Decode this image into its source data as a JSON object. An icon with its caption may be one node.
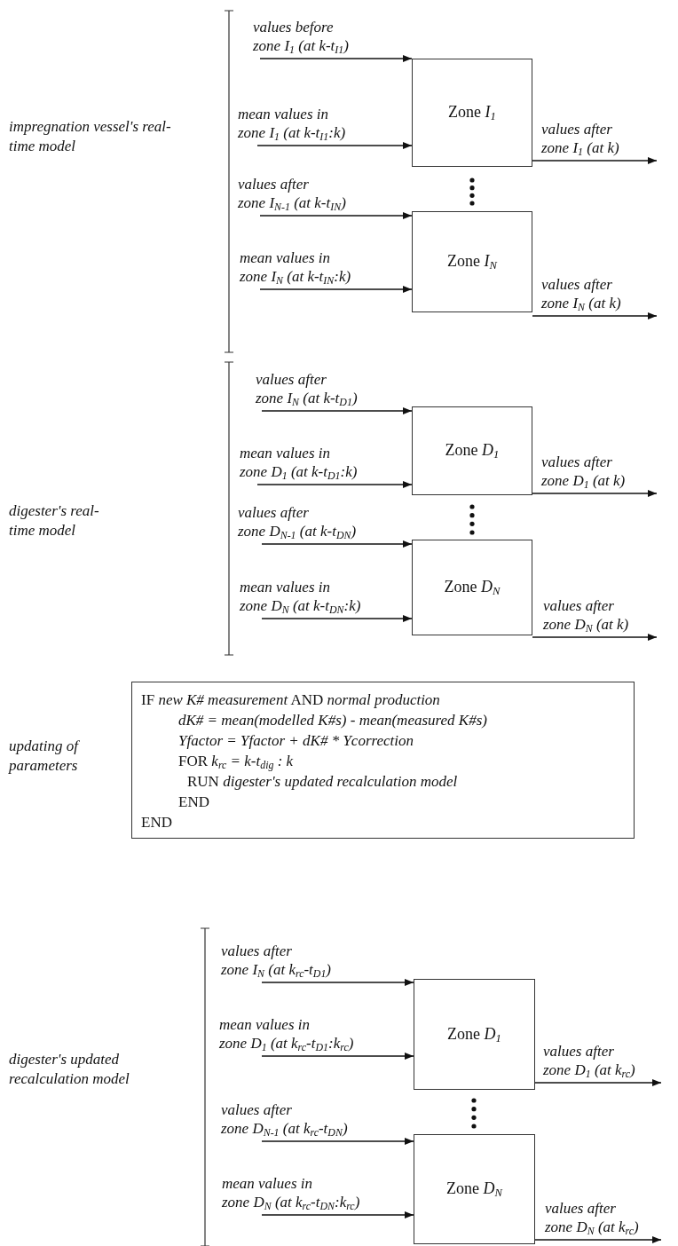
{
  "diagram": {
    "nodes": [
      {
        "text": [
          "Zone *I*$_{1}$"
        ]
      },
      {
        "text": [
          "Zone *I*$_{N}$"
        ]
      },
      {
        "text": [
          "Zone *D*$_{1}$"
        ]
      },
      {
        "text": [
          "Zone *D*$_{N}$"
        ]
      },
      {
        "text": [
          "IF *new K# measurement* AND *normal production*",
          "dK# = mean(modelled K#s) - mean(measured K#s)",
          "Yfactor = Yfactor + dK# * Ycorrection",
          "FOR *k*$_{rc}$ *= k-t*$_{dig}$ *: k*",
          "RUN *digester's updated recalculation model*",
          "END",
          "END"
        ]
      },
      {
        "text": [
          "Zone *D*$_{1}$"
        ]
      },
      {
        "text": [
          "Zone *D*$_{N}$"
        ]
      }
    ],
    "edges": [
      {
        "from": null,
        "to": 0,
        "arrow": "to",
        "label": "values before zone I$_{1}$ (at k-t$_{I1}$)"
      },
      {
        "from": null,
        "to": 0,
        "arrow": "to",
        "label": "mean values in zone I$_{1}$ (at k-t$_{I1}$:k)"
      },
      {
        "from": 0,
        "to": null,
        "arrow": "to",
        "label": "values after zone I$_{1}$ (at k)"
      },
      {
        "from": null,
        "to": 1,
        "arrow": "to",
        "label": "values after zone I$_{N-1}$ (at k-t$_{IN}$)"
      },
      {
        "from": null,
        "to": 1,
        "arrow": "to",
        "label": "mean values in zone I$_{N}$ (at k-t$_{IN}$:k)"
      },
      {
        "from": 1,
        "to": null,
        "arrow": "to",
        "label": "values after zone I$_{N}$ (at k)"
      },
      {
        "from": null,
        "to": 2,
        "arrow": "to",
        "label": "values after zone I$_{N}$ (at k-t$_{D1}$)"
      },
      {
        "from": null,
        "to": 2,
        "arrow": "to",
        "label": "mean values in zone D$_{1}$ (at k-t$_{D1}$:k)"
      },
      {
        "from": 2,
        "to": null,
        "arrow": "to",
        "label": "values after zone D$_{1}$ (at k)"
      },
      {
        "from": null,
        "to": 3,
        "arrow": "to",
        "label": "values after zone D$_{N-1}$ (at k-t$_{DN}$)"
      },
      {
        "from": null,
        "to": 3,
        "arrow": "to",
        "label": "mean values in zone D$_{N}$ (at k-t$_{DN}$:k)"
      },
      {
        "from": 3,
        "to": null,
        "arrow": "to",
        "label": "values after zone D$_{N}$ (at k)"
      },
      {
        "from": null,
        "to": 5,
        "arrow": "to",
        "label": "values after zone I$_{N}$ (at k$_{rc}$-t$_{D1}$)"
      },
      {
        "from": null,
        "to": 5,
        "arrow": "to",
        "label": "mean values in zone D$_{1}$ (at k$_{rc}$-t$_{D1}$:k$_{rc}$)"
      },
      {
        "from": 5,
        "to": null,
        "arrow": "to",
        "label": "values after zone D$_{1}$ (at k$_{rc}$)"
      },
      {
        "from": null,
        "to": 6,
        "arrow": "to",
        "label": "values after zone D$_{N-1}$ (at k$_{rc}$-t$_{DN}$)"
      },
      {
        "from": null,
        "to": 6,
        "arrow": "to",
        "label": "mean values in zone D$_{N}$ (at k$_{rc}$-t$_{DN}$:k$_{rc}$)"
      },
      {
        "from": 6,
        "to": null,
        "arrow": "to",
        "label": "values after zone D$_{N}$ (at k$_{rc}$)"
      }
    ],
    "labels": [
      "impregnation vessel's real-time model",
      "digester's real-time model",
      "updating of parameters",
      "digester's updated recalculation model"
    ]
  }
}
